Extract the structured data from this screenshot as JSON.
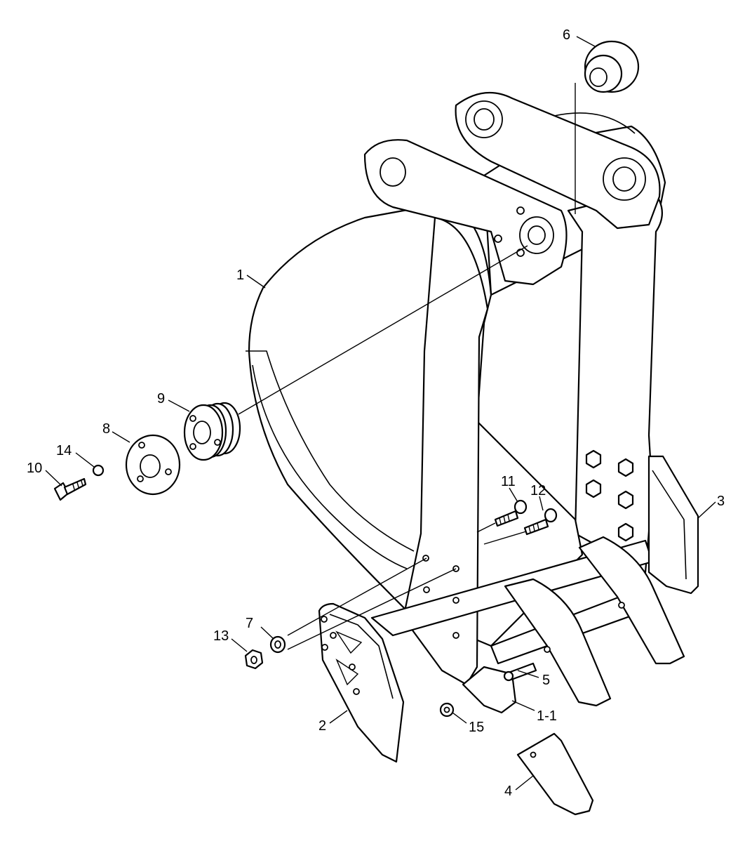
{
  "diagram": {
    "colors": {
      "line": "#000000",
      "background": "#ffffff"
    },
    "callouts": [
      {
        "id": "c1",
        "label": "1"
      },
      {
        "id": "c1-1",
        "label": "1-1"
      },
      {
        "id": "c2",
        "label": "2"
      },
      {
        "id": "c3",
        "label": "3"
      },
      {
        "id": "c4",
        "label": "4"
      },
      {
        "id": "c5",
        "label": "5"
      },
      {
        "id": "c6",
        "label": "6"
      },
      {
        "id": "c7",
        "label": "7"
      },
      {
        "id": "c8",
        "label": "8"
      },
      {
        "id": "c9",
        "label": "9"
      },
      {
        "id": "c10",
        "label": "10"
      },
      {
        "id": "c11",
        "label": "11"
      },
      {
        "id": "c12",
        "label": "12"
      },
      {
        "id": "c13",
        "label": "13"
      },
      {
        "id": "c14",
        "label": "14"
      },
      {
        "id": "c15",
        "label": "15"
      }
    ]
  }
}
